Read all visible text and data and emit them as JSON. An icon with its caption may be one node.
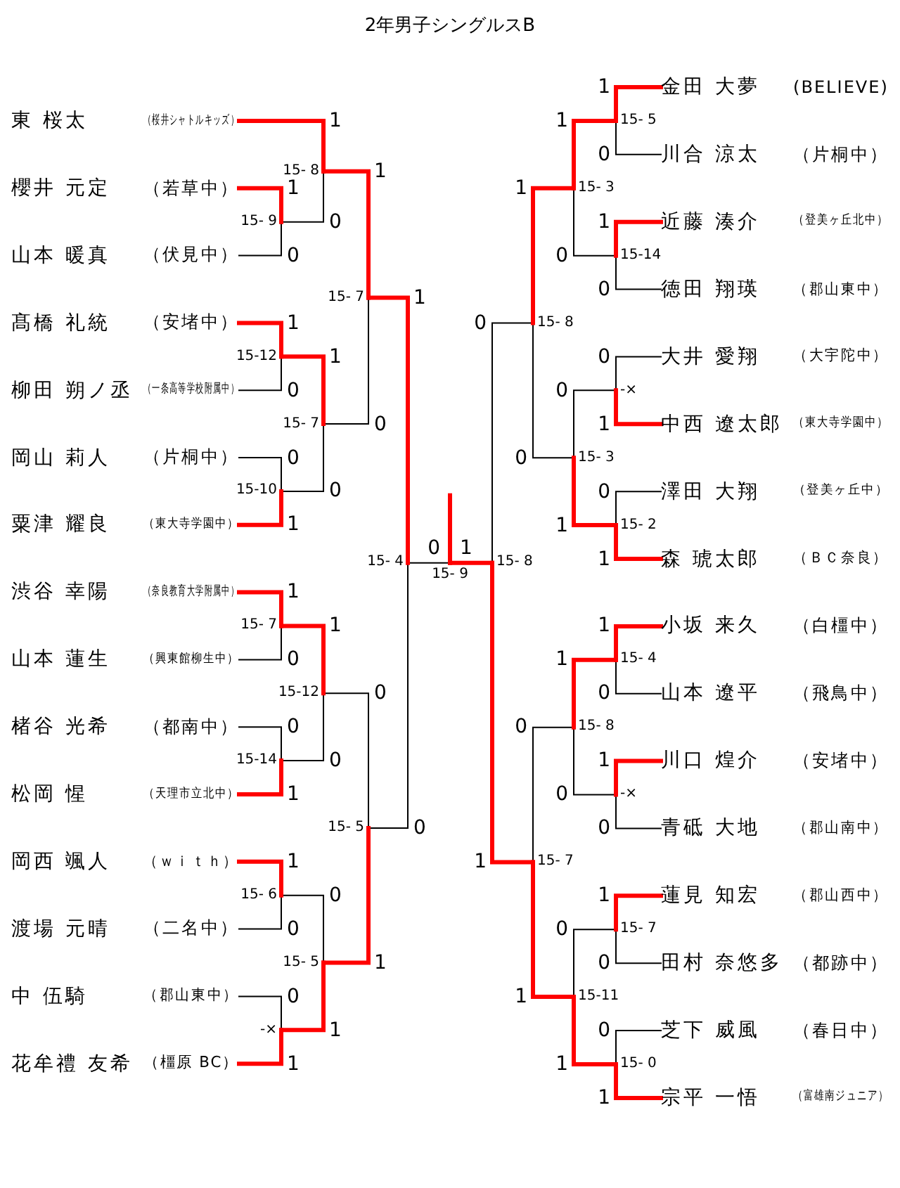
{
  "diagram": {
    "title": "2年男子シングルスB",
    "nodes": [
      {
        "text": [
          "東 桜太",
          "（桜井シャトルキッズ）"
        ]
      },
      {
        "text": [
          "櫻井 元定",
          "（若草中）"
        ]
      },
      {
        "text": [
          "山本 暖真",
          "（伏見中）"
        ]
      },
      {
        "text": [
          "髙橋 礼統",
          "（安堵中）"
        ]
      },
      {
        "text": [
          "柳田 朔ノ丞",
          "（一条高等学校附属中）"
        ]
      },
      {
        "text": [
          "岡山 莉人",
          "（片桐中）"
        ]
      },
      {
        "text": [
          "粟津 耀良",
          "（東大寺学園中）"
        ]
      },
      {
        "text": [
          "渋谷 幸陽",
          "（奈良教育大学附属中）"
        ]
      },
      {
        "text": [
          "山本 蓮生",
          "（興東館柳生中）"
        ]
      },
      {
        "text": [
          "楮谷 光希",
          "（都南中）"
        ]
      },
      {
        "text": [
          "松岡 惺",
          "（天理市立北中）"
        ]
      },
      {
        "text": [
          "岡西 颯人",
          "（ｗｉｔｈ）"
        ]
      },
      {
        "text": [
          "渡場 元晴",
          "（二名中）"
        ]
      },
      {
        "text": [
          "中 伍騎",
          "（郡山東中）"
        ]
      },
      {
        "text": [
          "花牟禮 友希",
          "（橿原 BC）"
        ]
      },
      {
        "text": [
          "金田 大夢",
          "(BELIEVE)"
        ]
      },
      {
        "text": [
          "川合 涼太",
          "（片桐中）"
        ]
      },
      {
        "text": [
          "近藤 湊介",
          "（登美ヶ丘北中）"
        ]
      },
      {
        "text": [
          "徳田 翔瑛",
          "（郡山東中）"
        ]
      },
      {
        "text": [
          "大井 愛翔",
          "（大宇陀中）"
        ]
      },
      {
        "text": [
          "中西 遼太郎",
          "（東大寺学園中）"
        ]
      },
      {
        "text": [
          "澤田 大翔",
          "（登美ヶ丘中）"
        ]
      },
      {
        "text": [
          "森 琥太郎",
          "（ＢＣ奈良）"
        ]
      },
      {
        "text": [
          "小坂 来久",
          "（白橿中）"
        ]
      },
      {
        "text": [
          "山本 遼平",
          "（飛鳥中）"
        ]
      },
      {
        "text": [
          "川口 煌介",
          "（安堵中）"
        ]
      },
      {
        "text": [
          "青砥 大地",
          "（郡山南中）"
        ]
      },
      {
        "text": [
          "蓮見 知宏",
          "（郡山西中）"
        ]
      },
      {
        "text": [
          "田村 奈悠多",
          "（都跡中）"
        ]
      },
      {
        "text": [
          "芝下 威風",
          "（春日中）"
        ]
      },
      {
        "text": [
          "宗平 一悟",
          "（富雄南ジュニア）"
        ]
      },
      {
        "text": [
          "15- 9"
        ]
      },
      {
        "text": [
          "15-12"
        ]
      },
      {
        "text": [
          "15-10"
        ]
      },
      {
        "text": [
          "15- 7"
        ]
      },
      {
        "text": [
          "15-14"
        ]
      },
      {
        "text": [
          "15- 6"
        ]
      },
      {
        "text": [
          "-×"
        ]
      },
      {
        "text": [
          "15- 8"
        ]
      },
      {
        "text": [
          "15- 7"
        ]
      },
      {
        "text": [
          "15-12"
        ]
      },
      {
        "text": [
          "15- 5"
        ]
      },
      {
        "text": [
          "15- 7"
        ]
      },
      {
        "text": [
          "15- 5"
        ]
      },
      {
        "text": [
          "15- 4"
        ]
      },
      {
        "text": [
          "15- 9"
        ]
      },
      {
        "text": [
          "15- 8"
        ]
      },
      {
        "text": [
          "15- 8"
        ]
      },
      {
        "text": [
          "15- 7"
        ]
      },
      {
        "text": [
          "15- 3"
        ]
      },
      {
        "text": [
          "15- 3"
        ]
      },
      {
        "text": [
          "15- 8"
        ]
      },
      {
        "text": [
          "15-11"
        ]
      },
      {
        "text": [
          "15- 5"
        ]
      },
      {
        "text": [
          "15-14"
        ]
      },
      {
        "text": [
          "-×"
        ]
      },
      {
        "text": [
          "15- 2"
        ]
      },
      {
        "text": [
          "15- 4"
        ]
      },
      {
        "text": [
          "-×"
        ]
      },
      {
        "text": [
          "15- 7"
        ]
      },
      {
        "text": [
          "15- 0"
        ]
      }
    ],
    "edges": [
      {
        "from": 1,
        "to": 31,
        "arrow": "none",
        "label": "1",
        "style": "thick",
        "color": "#ff0000"
      },
      {
        "from": 2,
        "to": 31,
        "arrow": "none",
        "label": "0",
        "color": "#000000"
      },
      {
        "from": 3,
        "to": 32,
        "arrow": "none",
        "label": "1",
        "style": "thick",
        "color": "#ff0000"
      },
      {
        "from": 4,
        "to": 32,
        "arrow": "none",
        "label": "0",
        "color": "#000000"
      },
      {
        "from": 5,
        "to": 33,
        "arrow": "none",
        "label": "0",
        "color": "#000000"
      },
      {
        "from": 6,
        "to": 33,
        "arrow": "none",
        "label": "1",
        "style": "thick",
        "color": "#ff0000"
      },
      {
        "from": 7,
        "to": 34,
        "arrow": "none",
        "label": "1",
        "style": "thick",
        "color": "#ff0000"
      },
      {
        "from": 8,
        "to": 34,
        "arrow": "none",
        "label": "0",
        "color": "#000000"
      },
      {
        "from": 9,
        "to": 35,
        "arrow": "none",
        "label": "0",
        "color": "#000000"
      },
      {
        "from": 10,
        "to": 35,
        "arrow": "none",
        "label": "1",
        "style": "thick",
        "color": "#ff0000"
      },
      {
        "from": 11,
        "to": 36,
        "arrow": "none",
        "label": "1",
        "style": "thick",
        "color": "#ff0000"
      },
      {
        "from": 12,
        "to": 36,
        "arrow": "none",
        "label": "0",
        "color": "#000000"
      },
      {
        "from": 13,
        "to": 37,
        "arrow": "none",
        "label": "0",
        "color": "#000000"
      },
      {
        "from": 14,
        "to": 37,
        "arrow": "none",
        "label": "1",
        "style": "thick",
        "color": "#ff0000"
      },
      {
        "from": 0,
        "to": 38,
        "arrow": "none",
        "label": "1",
        "style": "thick",
        "color": "#ff0000"
      },
      {
        "from": 31,
        "to": 38,
        "arrow": "none",
        "label": "0",
        "color": "#000000"
      },
      {
        "from": 32,
        "to": 39,
        "arrow": "none",
        "label": "1",
        "style": "thick",
        "color": "#ff0000"
      },
      {
        "from": 33,
        "to": 39,
        "arrow": "none",
        "label": "0",
        "color": "#000000"
      },
      {
        "from": 34,
        "to": 40,
        "arrow": "none",
        "label": "1",
        "style": "thick",
        "color": "#ff0000"
      },
      {
        "from": 35,
        "to": 40,
        "arrow": "none",
        "label": "0",
        "color": "#000000"
      },
      {
        "from": 36,
        "to": 41,
        "arrow": "none",
        "label": "0",
        "color": "#000000"
      },
      {
        "from": 37,
        "to": 41,
        "arrow": "none",
        "label": "1",
        "style": "thick",
        "color": "#ff0000"
      },
      {
        "from": 38,
        "to": 42,
        "arrow": "none",
        "label": "1",
        "style": "thick",
        "color": "#ff0000"
      },
      {
        "from": 39,
        "to": 42,
        "arrow": "none",
        "label": "0",
        "color": "#000000"
      },
      {
        "from": 40,
        "to": 43,
        "arrow": "none",
        "label": "0",
        "color": "#000000"
      },
      {
        "from": 41,
        "to": 43,
        "arrow": "none",
        "label": "1",
        "style": "thick",
        "color": "#ff0000"
      },
      {
        "from": 42,
        "to": 44,
        "arrow": "none",
        "label": "1",
        "style": "thick",
        "color": "#ff0000"
      },
      {
        "from": 43,
        "to": 44,
        "arrow": "none",
        "label": "0",
        "color": "#000000"
      },
      {
        "from": 44,
        "to": 45,
        "arrow": "none",
        "label": "0",
        "color": "#000000"
      },
      {
        "from": 46,
        "to": 45,
        "arrow": "none",
        "label": "1",
        "style": "thick",
        "color": "#ff0000"
      },
      {
        "from": 47,
        "to": 46,
        "arrow": "none",
        "label": "0",
        "color": "#000000"
      },
      {
        "from": 48,
        "to": 46,
        "arrow": "none",
        "label": "1",
        "style": "thick",
        "color": "#ff0000"
      },
      {
        "from": 49,
        "to": 47,
        "arrow": "none",
        "label": "1",
        "style": "thick",
        "color": "#ff0000"
      },
      {
        "from": 50,
        "to": 47,
        "arrow": "none",
        "label": "0",
        "color": "#000000"
      },
      {
        "from": 51,
        "to": 48,
        "arrow": "none",
        "label": "0",
        "color": "#000000"
      },
      {
        "from": 52,
        "to": 48,
        "arrow": "none",
        "label": "1",
        "style": "thick",
        "color": "#ff0000"
      },
      {
        "from": 53,
        "to": 49,
        "arrow": "none",
        "label": "1",
        "style": "thick",
        "color": "#ff0000"
      },
      {
        "from": 54,
        "to": 49,
        "arrow": "none",
        "label": "0",
        "color": "#000000"
      },
      {
        "from": 55,
        "to": 50,
        "arrow": "none",
        "label": "0",
        "color": "#000000"
      },
      {
        "from": 56,
        "to": 50,
        "arrow": "none",
        "label": "1",
        "style": "thick",
        "color": "#ff0000"
      },
      {
        "from": 57,
        "to": 51,
        "arrow": "none",
        "label": "1",
        "style": "thick",
        "color": "#ff0000"
      },
      {
        "from": 58,
        "to": 51,
        "arrow": "none",
        "label": "0",
        "color": "#000000"
      },
      {
        "from": 59,
        "to": 52,
        "arrow": "none",
        "label": "0",
        "color": "#000000"
      },
      {
        "from": 60,
        "to": 52,
        "arrow": "none",
        "label": "1",
        "style": "thick",
        "color": "#ff0000"
      },
      {
        "from": 15,
        "to": 53,
        "arrow": "none",
        "label": "1",
        "style": "thick",
        "color": "#ff0000"
      },
      {
        "from": 16,
        "to": 53,
        "arrow": "none",
        "label": "0",
        "color": "#000000"
      },
      {
        "from": 17,
        "to": 54,
        "arrow": "none",
        "label": "1",
        "style": "thick",
        "color": "#ff0000"
      },
      {
        "from": 18,
        "to": 54,
        "arrow": "none",
        "label": "0",
        "color": "#000000"
      },
      {
        "from": 19,
        "to": 55,
        "arrow": "none",
        "label": "0",
        "color": "#000000"
      },
      {
        "from": 20,
        "to": 55,
        "arrow": "none",
        "label": "1",
        "style": "thick",
        "color": "#ff0000"
      },
      {
        "from": 21,
        "to": 56,
        "arrow": "none",
        "label": "0",
        "color": "#000000"
      },
      {
        "from": 22,
        "to": 56,
        "arrow": "none",
        "label": "1",
        "style": "thick",
        "color": "#ff0000"
      },
      {
        "from": 23,
        "to": 57,
        "arrow": "none",
        "label": "1",
        "style": "thick",
        "color": "#ff0000"
      },
      {
        "from": 24,
        "to": 57,
        "arrow": "none",
        "label": "0",
        "color": "#000000"
      },
      {
        "from": 25,
        "to": 58,
        "arrow": "none",
        "label": "1",
        "style": "thick",
        "color": "#ff0000"
      },
      {
        "from": 26,
        "to": 58,
        "arrow": "none",
        "label": "0",
        "color": "#000000"
      },
      {
        "from": 27,
        "to": 59,
        "arrow": "none",
        "label": "1",
        "style": "thick",
        "color": "#ff0000"
      },
      {
        "from": 28,
        "to": 59,
        "arrow": "none",
        "label": "0",
        "color": "#000000"
      },
      {
        "from": 29,
        "to": 60,
        "arrow": "none",
        "label": "0",
        "color": "#000000"
      },
      {
        "from": 30,
        "to": 60,
        "arrow": "none",
        "label": "1",
        "style": "thick",
        "color": "#ff0000"
      }
    ]
  }
}
